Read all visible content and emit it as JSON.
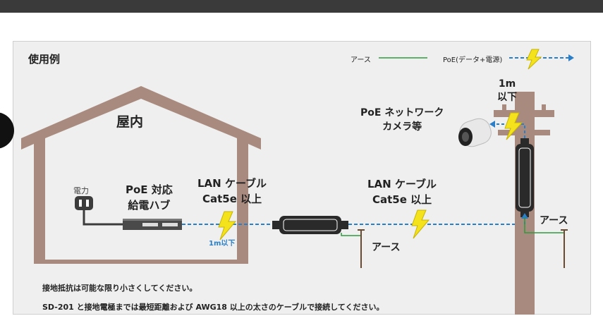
{
  "title": "使用例",
  "legend": {
    "earth_label": "アース",
    "poe_label": "PoE(データ+電源)",
    "colors": {
      "earth": "#2e9a3e",
      "poe": "#2a7fc8",
      "bolt": "#f3e21c"
    }
  },
  "house": {
    "label": "屋内"
  },
  "power": {
    "label": "電力"
  },
  "hub": {
    "line1": "PoE 対応",
    "line2": "給電ハブ"
  },
  "cable_indoor": {
    "line1": "LAN ケーブル",
    "line2": "Cat5e 以上",
    "distance": "1m以下"
  },
  "cable_outdoor": {
    "line1": "LAN ケーブル",
    "line2": "Cat5e 以上"
  },
  "camera": {
    "line1": "PoE ネットワーク",
    "line2": "カメラ等",
    "distance_line1": "1m",
    "distance_line2": "以下"
  },
  "earth_labels": {
    "ground1": "アース",
    "ground2": "アース"
  },
  "notes": {
    "line1": "接地抵抗は可能な限り小さくしてください。",
    "line2": "SD-201 と接地電極までは最短距離および AWG18 以上の太さのケーブルで接続してください。"
  }
}
